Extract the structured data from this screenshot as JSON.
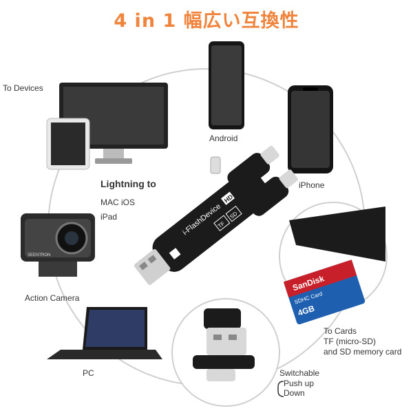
{
  "title": "4 in 1 幅広い互換性",
  "labels": {
    "to_devices": "To Devices",
    "android": "Android",
    "iphone": "iPhone",
    "lightning_to": "Lightning to",
    "mac_ios": "MAC iOS",
    "ipad": "iPad",
    "action_camera": "Action Camera",
    "pc": "PC",
    "to_cards": "To Cards",
    "tf_micro_sd": "TF (micro-SD)",
    "sd_memory_card": "and SD memory card",
    "switchable": "Switchable",
    "push_up": "Push up",
    "down": "Down"
  },
  "device": {
    "brand_text": "i-FlashDevice",
    "hd_badge": "HD",
    "tf_slot": "TF",
    "sd_slot": "SD"
  },
  "sd_card": {
    "brand": "SanDisk",
    "type": "SDHC Card",
    "capacity": "4GB"
  },
  "camera_brand": "SEENTRON",
  "colors": {
    "title": "#f0843c",
    "device_body": "#1b1b1b",
    "circle": "#c8c8c8",
    "card_red": "#c8202a",
    "card_blue": "#1f5fb0"
  }
}
